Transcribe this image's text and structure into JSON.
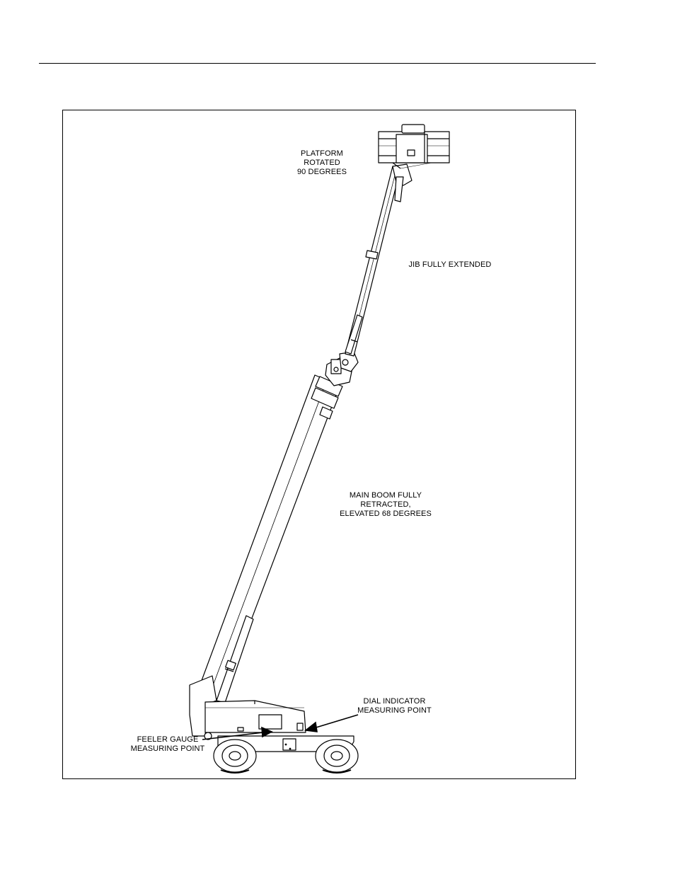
{
  "callouts": {
    "platform": "PLATFORM\nROTATED\n90 DEGREES",
    "jib": "JIB FULLY EXTENDED",
    "main_boom": "MAIN BOOM FULLY\nRETRACTED,\nELEVATED 68 DEGREES",
    "dial_indicator": "DIAL INDICATOR\nMEASURING POINT",
    "feeler_gauge": "FEELER GAUGE\nMEASURING POINT"
  }
}
